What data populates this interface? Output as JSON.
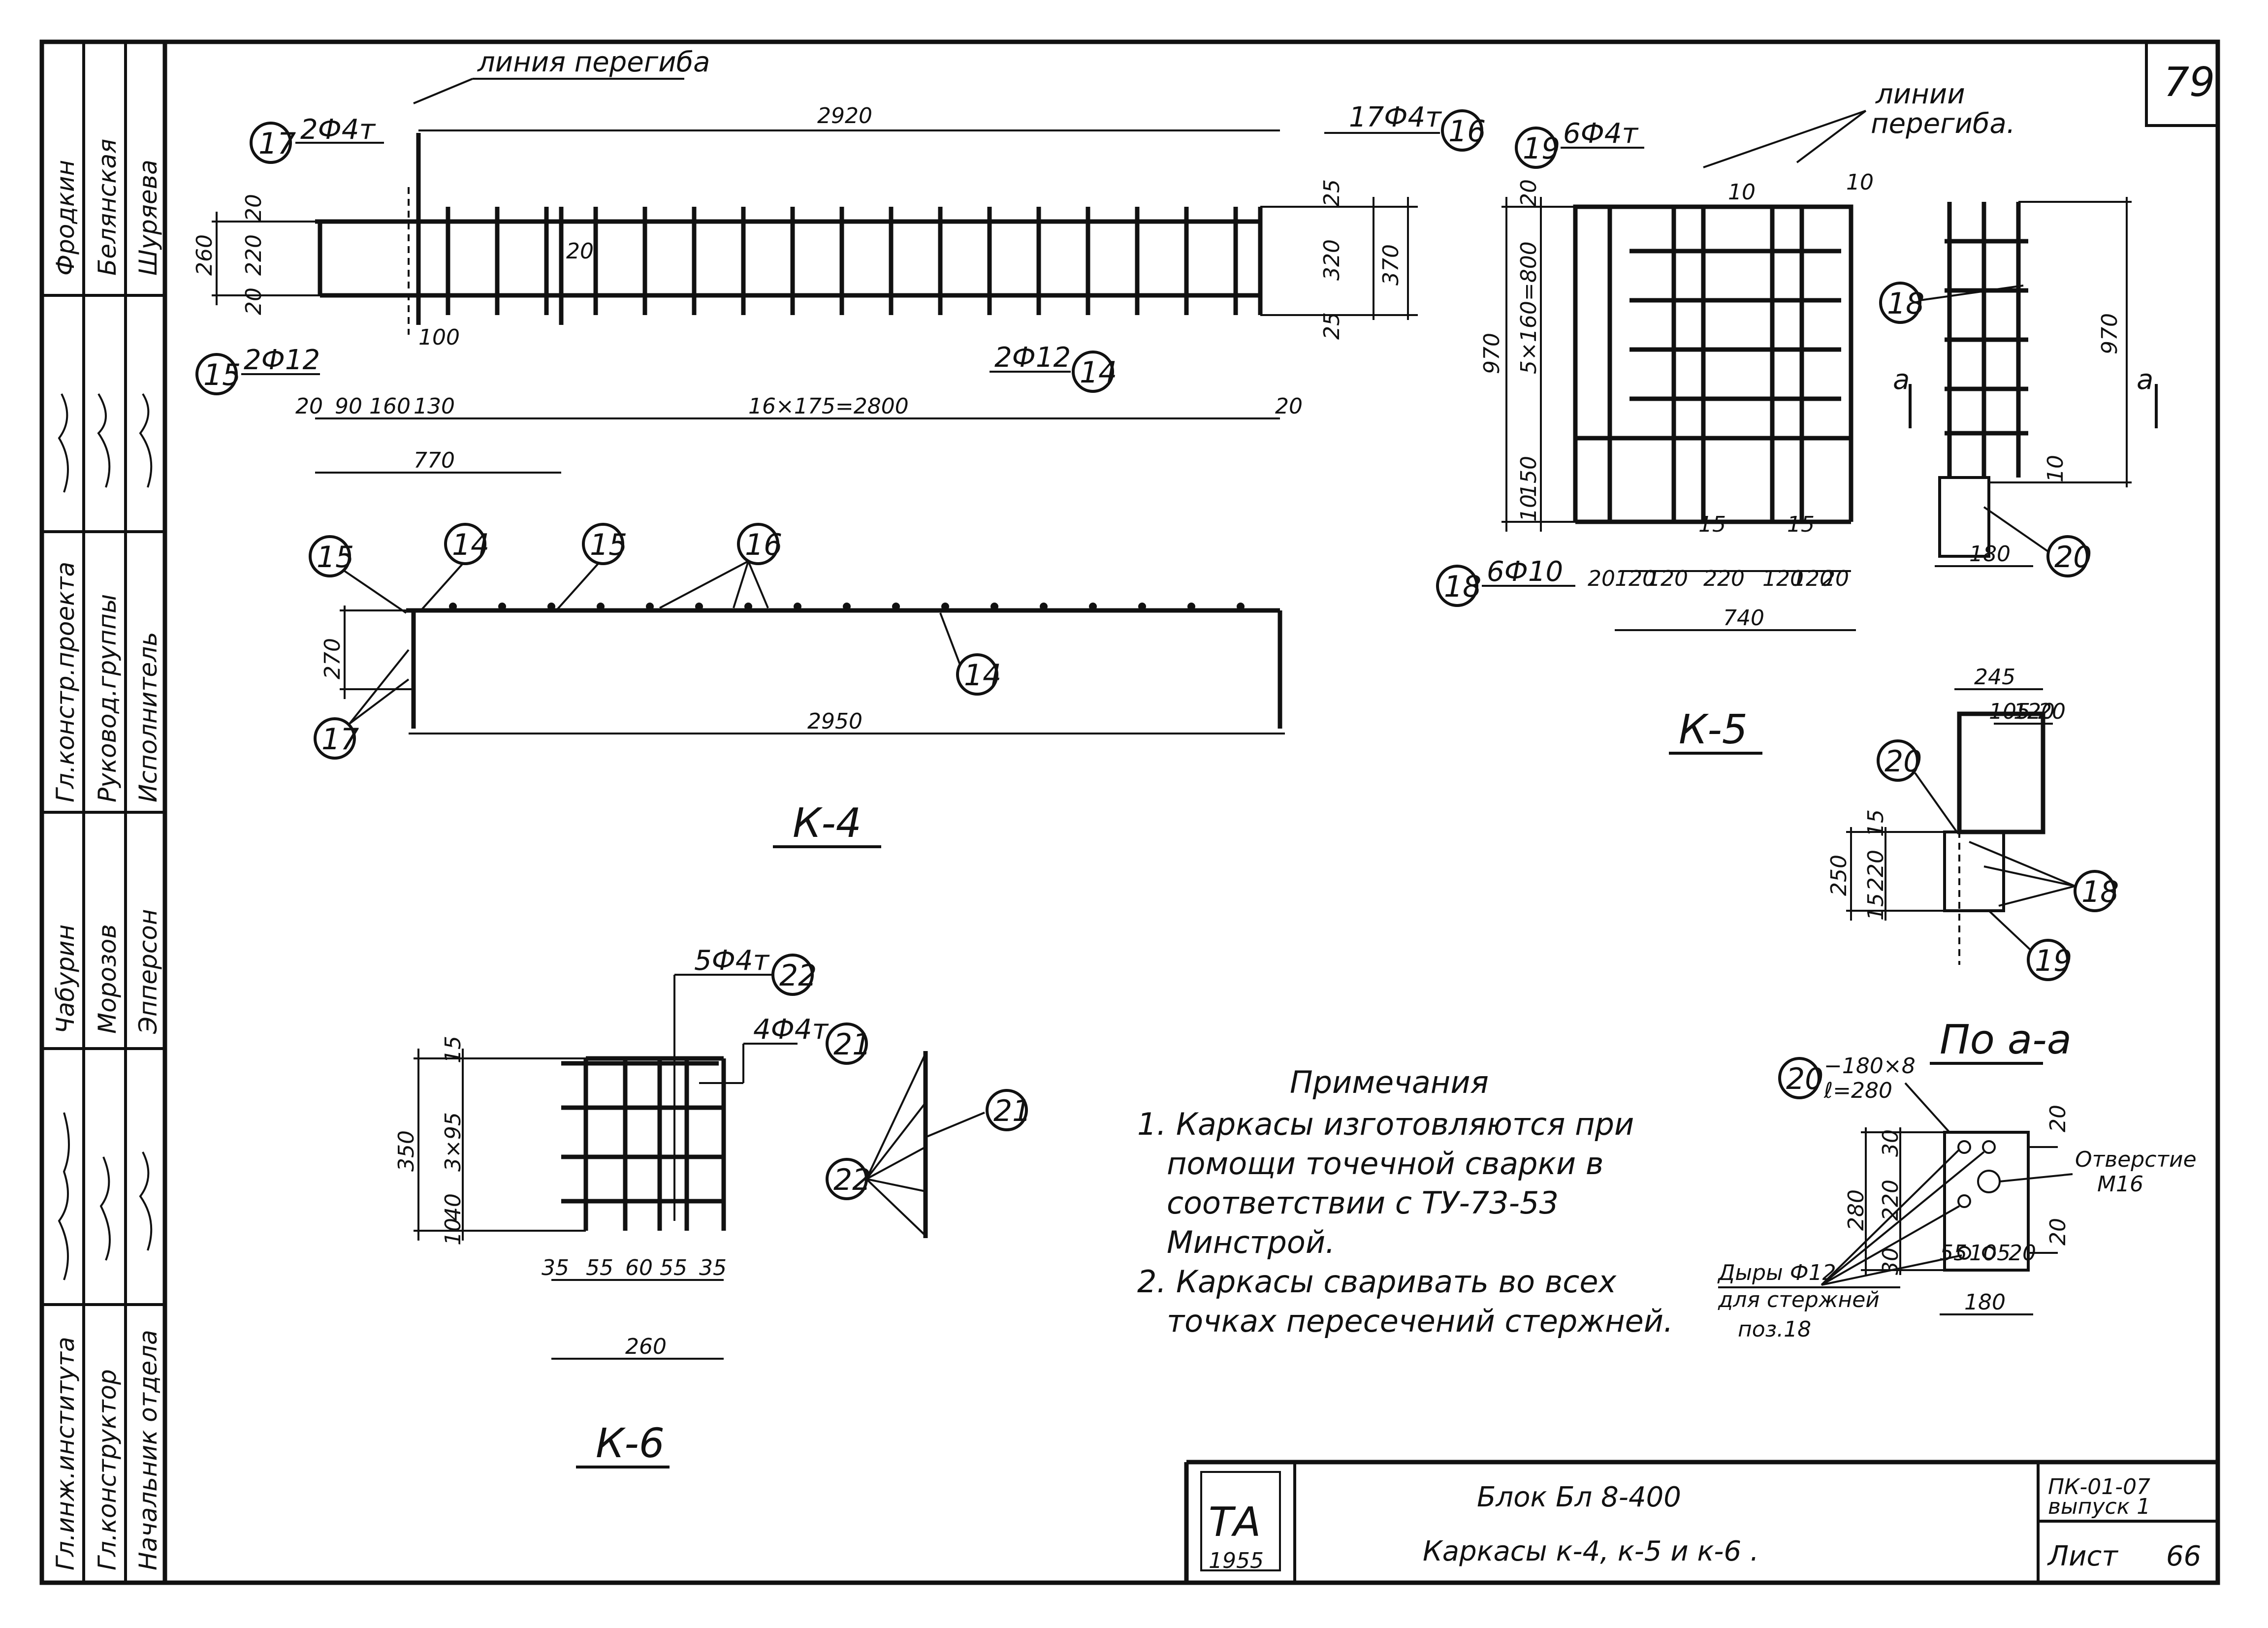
{
  "sheet": {
    "page_number": "79",
    "title_line1": "Блок Бл 8-400",
    "title_line2": "Каркасы к-4, к-5 и к-6 .",
    "code_line1": "ПК-01-07",
    "code_line2": "выпуск 1",
    "sheet_label": "Лист",
    "sheet_number": "66",
    "logo_letters": "ТА",
    "logo_year": "1955"
  },
  "side_stamp": {
    "roles": [
      "Гл.инж.института",
      "Гл.конструктор",
      "Начальник отдела",
      "Гл.констр.проекта",
      "Руковод.группы",
      "Исполнитель"
    ],
    "names": [
      "Чабурин",
      "Морозов",
      "Эпперсон",
      "Фродкин",
      "Белянская",
      "Шуряева"
    ]
  },
  "k4": {
    "caption": "К-4",
    "bend_line": "линия перегиба",
    "mark_17": "17",
    "callout_17": "2Ф4т",
    "mark_16": "16",
    "callout_16": "17Ф4т",
    "mark_15": "15",
    "callout_15": "2Ф12",
    "mark_14": "14",
    "callout_14": "2Ф12",
    "d_2920": "2920",
    "d_2800": "16×175=2800",
    "d_770": "770",
    "d_20a": "20",
    "d_90": "90",
    "d_160": "160",
    "d_130": "130",
    "d_20b": "20",
    "d_260": "260",
    "d_220": "220",
    "d_20c": "20",
    "d_20d": "20",
    "d_20e": "20",
    "d_100": "100",
    "d_25a": "25",
    "d_320": "320",
    "d_370": "370",
    "d_25b": "25",
    "d_270": "270",
    "d_2950": "2950"
  },
  "k5": {
    "caption": "К-5",
    "bend_lines": "линии",
    "bend_lines2": "перегиба.",
    "mark_19": "19",
    "callout_19": "6Ф4т",
    "mark_18": "18",
    "callout_18": "6Ф10",
    "d_970": "970",
    "d_800": "5×160=800",
    "d_20": "20",
    "d_10": "10",
    "d_150": "150",
    "d_10b": "10",
    "d_10c": "10",
    "d_15a": "15",
    "d_15b": "15",
    "bottom_dims": [
      "20",
      "120",
      "120",
      "220",
      "120",
      "120",
      "20"
    ],
    "d_740": "740",
    "side_970": "970",
    "side_180": "180",
    "side_10": "10",
    "section_mark": "а",
    "mark_20": "20"
  },
  "plan": {
    "d_245": "245",
    "d_105": "105",
    "d_120": "120",
    "d_20": "20",
    "d_250": "250",
    "d_220": "220",
    "d_15a": "15",
    "d_15b": "15",
    "mark_20": "20",
    "mark_18": "18",
    "mark_19": "19"
  },
  "section_aa": {
    "title": "По а-а",
    "mark_20": "20",
    "plate_line1": "−180×8",
    "plate_line2": "ℓ=280",
    "d_280": "280",
    "d_30a": "30",
    "d_220": "220",
    "d_30b": "30",
    "d_20a": "20",
    "d_20b": "20",
    "hole_label": "Отверстие",
    "hole_size": "М16",
    "holes_line1": "Дыры Ф12",
    "holes_line2": "для стержней",
    "holes_line3": "поз.18",
    "d_55": "55",
    "d_105": "105",
    "d_20c": "20",
    "d_180": "180"
  },
  "k6": {
    "caption": "К-6",
    "mark_22": "22",
    "callout_22": "5Ф4т",
    "mark_21": "21",
    "callout_21": "4Ф4т",
    "d_350": "350",
    "d_15": "15",
    "d_295": "3×95",
    "d_40": "40",
    "d_10": "10",
    "bottom_dims": [
      "35",
      "55",
      "60",
      "55",
      "35"
    ],
    "d_260": "260"
  },
  "notes": {
    "heading": "Примечания",
    "lines": [
      "1. Каркасы изготовляются при",
      "помощи точечной сварки в",
      "соответствии с ТУ-73-53",
      "Минстрой.",
      "2. Каркасы сваривать во всех",
      "точках пересечений стержней."
    ]
  }
}
